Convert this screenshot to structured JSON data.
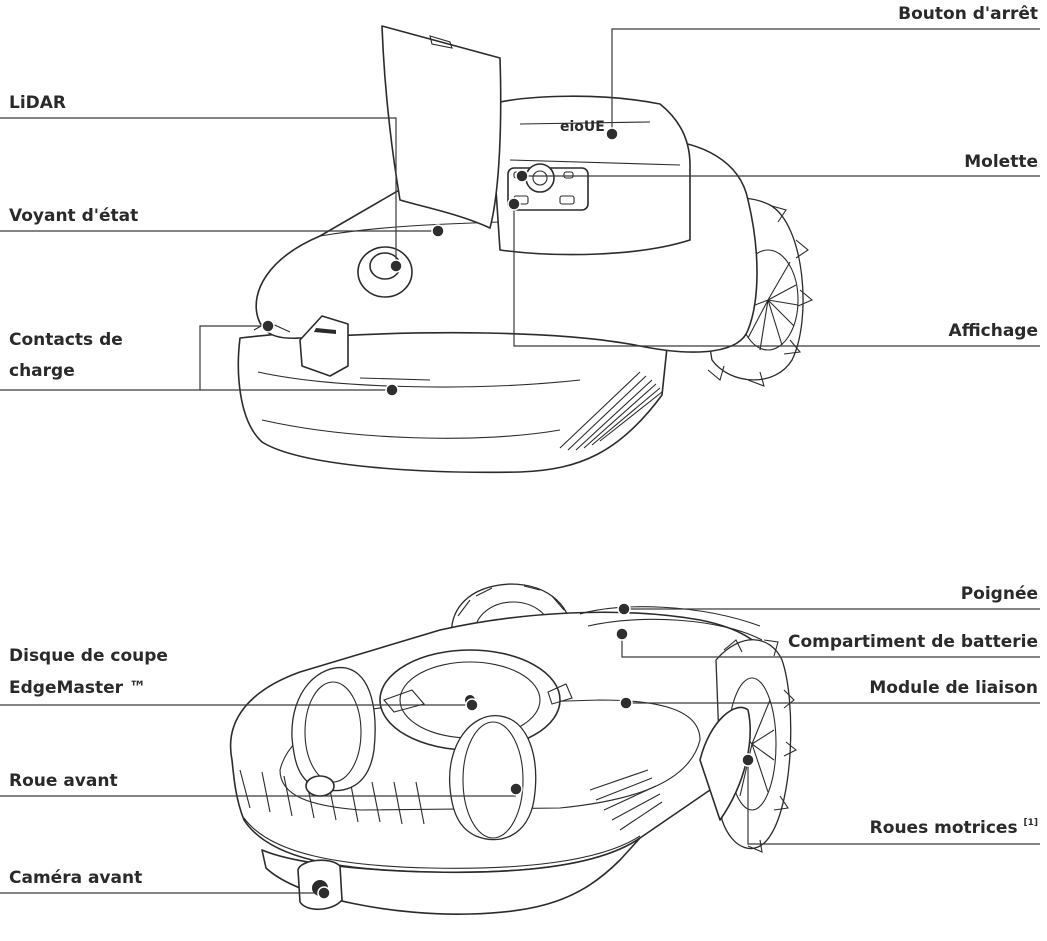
{
  "labels": {
    "stop_button": "Bouton d'arrêt",
    "lidar": "LiDAR",
    "knob": "Molette",
    "status_light": "Voyant d'état",
    "charging_contacts_line1": "Contacts de",
    "charging_contacts_line2": "charge",
    "display": "Affichage",
    "handle": "Poignée",
    "battery_compartment": "Compartiment de batterie",
    "cutting_disc_line1": "Disque de coupe",
    "cutting_disc_line2": "EdgeMaster ™",
    "link_module": "Module de liaison",
    "front_wheel": "Roue avant",
    "drive_wheels": "Roues motrices",
    "drive_wheels_note": "[1]",
    "front_camera": "Caméra avant"
  },
  "device_badge": "eioUE"
}
